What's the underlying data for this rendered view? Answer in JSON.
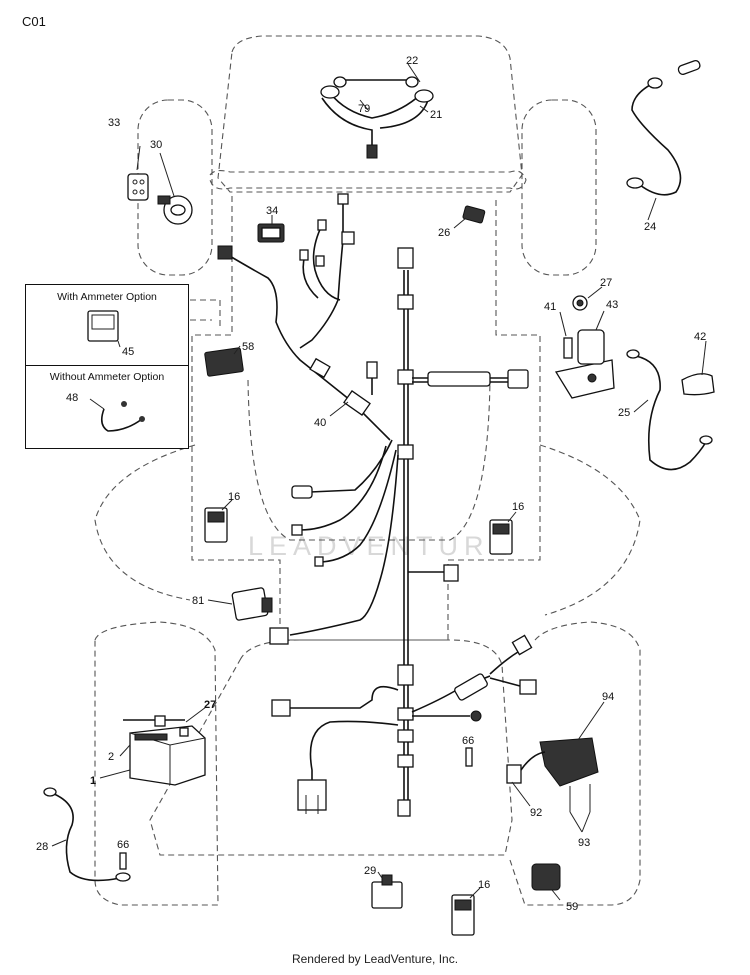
{
  "page_code": "C01",
  "footer": "Rendered by LeadVenture, Inc.",
  "watermark": "LEADVENTURE",
  "options": {
    "with_ammeter": "With Ammeter Option",
    "without_ammeter": "Without Ammeter Option"
  },
  "callouts": {
    "c22": "22",
    "c79": "79",
    "c21": "21",
    "c33": "33",
    "c30": "30",
    "c34": "34",
    "c26": "26",
    "c24": "24",
    "c27a": "27",
    "c41": "41",
    "c43": "43",
    "c42": "42",
    "c25": "25",
    "c45": "45",
    "c48": "48",
    "c58": "58",
    "c40": "40",
    "c16a": "16",
    "c16b": "16",
    "c81": "81",
    "c27b": "27",
    "c2": "2",
    "c1": "1",
    "c28": "28",
    "c66a": "66",
    "c66b": "66",
    "c94": "94",
    "c92": "92",
    "c93": "93",
    "c29": "29",
    "c16c": "16",
    "c59": "59"
  }
}
